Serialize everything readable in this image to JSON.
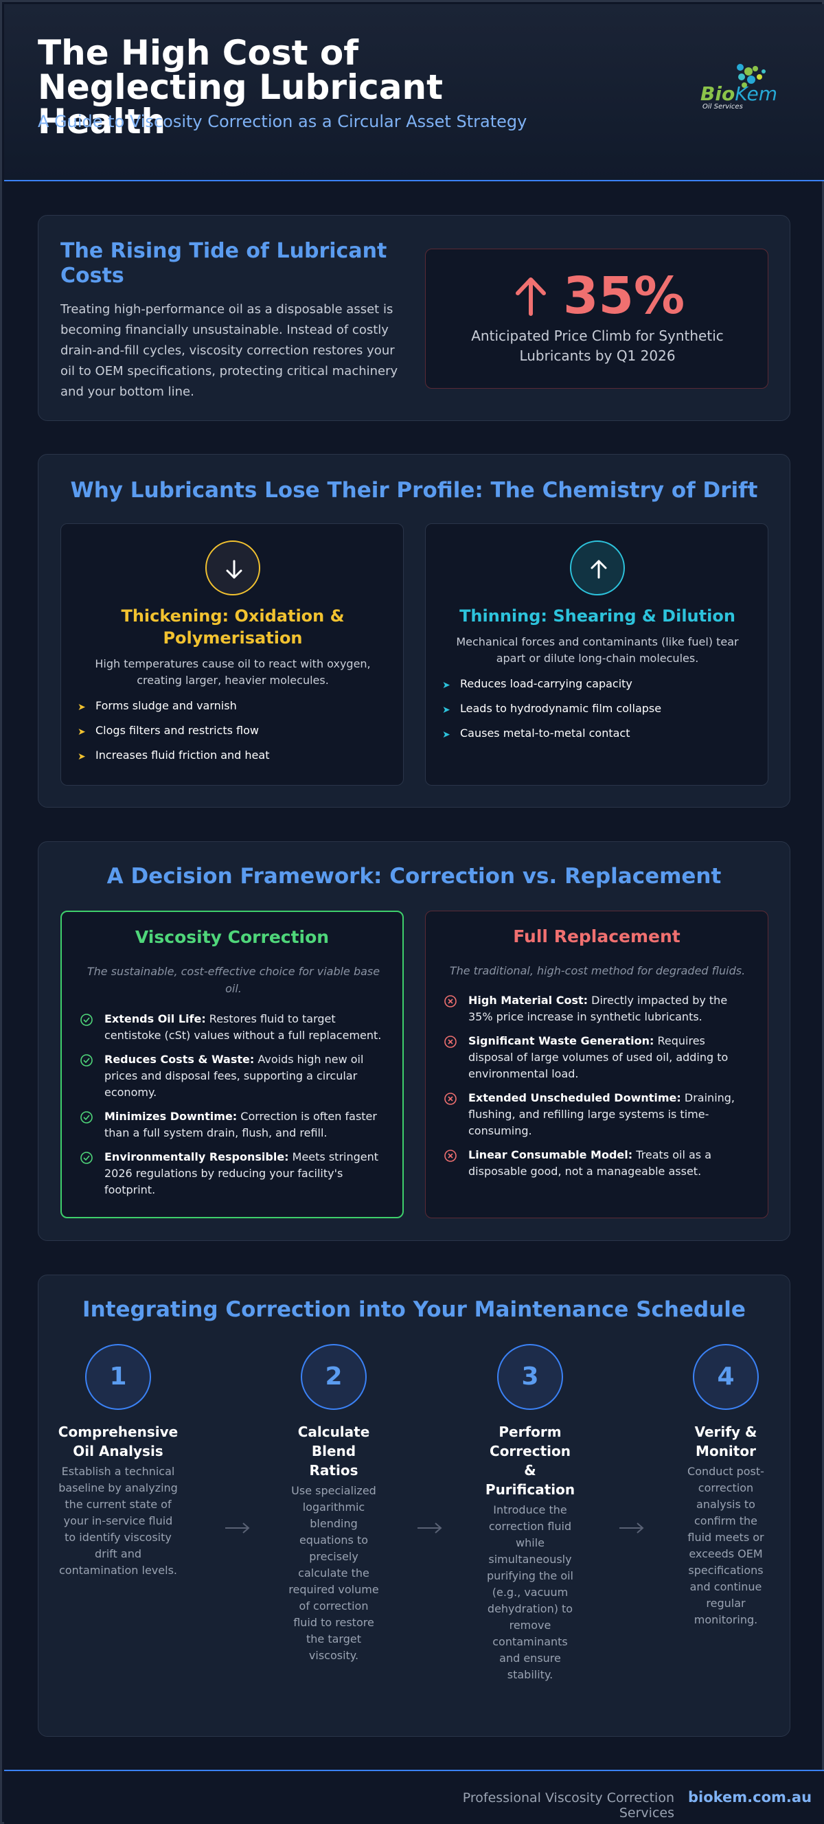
{
  "header": {
    "title": "The High Cost of Neglecting Lubricant Health",
    "subtitle": "A Guide to Viscosity Correction as a Circular Asset Strategy",
    "logo": {
      "bio": "Bio",
      "kem": "Kem",
      "tagline": "Oil Services"
    }
  },
  "rising_costs": {
    "heading": "The Rising Tide of Lubricant Costs",
    "body": "Treating high-performance oil as a disposable asset is becoming financially unsustainable. Instead of costly drain-and-fill cycles, viscosity correction restores your oil to OEM specifications, protecting critical machinery and your bottom line.",
    "stat_icon": "arrow-up-icon",
    "stat_value": "35%",
    "stat_label": "Anticipated Price Climb for Synthetic Lubricants by Q1 2026"
  },
  "chemistry": {
    "title": "Why Lubricants Lose Their Profile: The Chemistry of Drift",
    "thickening": {
      "icon": "arrow-down-icon",
      "title": "Thickening: Oxidation & Polymerisation",
      "desc": "High temperatures cause oil to react with oxygen, creating larger, heavier molecules.",
      "bullets": [
        "Forms sludge and varnish",
        "Clogs filters and restricts flow",
        "Increases fluid friction and heat"
      ]
    },
    "thinning": {
      "icon": "arrow-up-icon",
      "title": "Thinning: Shearing & Dilution",
      "desc": "Mechanical forces and contaminants (like fuel) tear apart or dilute long-chain molecules.",
      "bullets": [
        "Reduces load-carrying capacity",
        "Leads to hydrodynamic film collapse",
        "Causes metal-to-metal contact"
      ]
    }
  },
  "decision": {
    "title": "A Decision Framework: Correction vs. Replacement",
    "correction": {
      "title": "Viscosity Correction",
      "subtitle": "The sustainable, cost-effective choice for viable base oil.",
      "items": [
        {
          "bold": "Extends Oil Life:",
          "text": " Restores fluid to target centistoke (cSt) values without a full replacement."
        },
        {
          "bold": "Reduces Costs & Waste:",
          "text": " Avoids high new oil prices and disposal fees, supporting a circular economy."
        },
        {
          "bold": "Minimizes Downtime:",
          "text": " Correction is often faster than a full system drain, flush, and refill."
        },
        {
          "bold": "Environmentally Responsible:",
          "text": " Meets stringent 2026 regulations by reducing your facility's footprint."
        }
      ]
    },
    "replacement": {
      "title": "Full Replacement",
      "subtitle": "The traditional, high-cost method for degraded fluids.",
      "items": [
        {
          "bold": "High Material Cost:",
          "text": " Directly impacted by the 35% price increase in synthetic lubricants."
        },
        {
          "bold": "Significant Waste Generation:",
          "text": " Requires disposal of large volumes of used oil, adding to environmental load."
        },
        {
          "bold": "Extended Unscheduled Downtime:",
          "text": " Draining, flushing, and refilling large systems is time-consuming."
        },
        {
          "bold": "Linear Consumable Model:",
          "text": " Treats oil as a disposable good, not a manageable asset."
        }
      ]
    }
  },
  "schedule": {
    "title": "Integrating Correction into Your Maintenance Schedule",
    "steps": [
      {
        "num": "1",
        "title": "Comprehensive Oil Analysis",
        "desc": "Establish a technical baseline by analyzing the current state of your in-service fluid to identify viscosity drift and contamination levels."
      },
      {
        "num": "2",
        "title": "Calculate Blend Ratios",
        "desc": "Use specialized logarithmic blending equations to precisely calculate the required volume of correction fluid to restore the target viscosity."
      },
      {
        "num": "3",
        "title": "Perform Correction & Purification",
        "desc": "Introduce the correction fluid while simultaneously purifying the oil (e.g., vacuum dehydration) to remove contaminants and ensure stability."
      },
      {
        "num": "4",
        "title": "Verify & Monitor",
        "desc": "Conduct post-correction analysis to confirm the fluid meets or exceeds OEM specifications and continue regular monitoring."
      }
    ]
  },
  "footer": {
    "text": "Professional Viscosity Correction Services",
    "link": "biokem.com.au"
  },
  "colors": {
    "accent": "#5b9cf0",
    "warning": "#f07070",
    "thicken": "#f2c230",
    "thin": "#2dc3dc",
    "good": "#4fd67a"
  }
}
